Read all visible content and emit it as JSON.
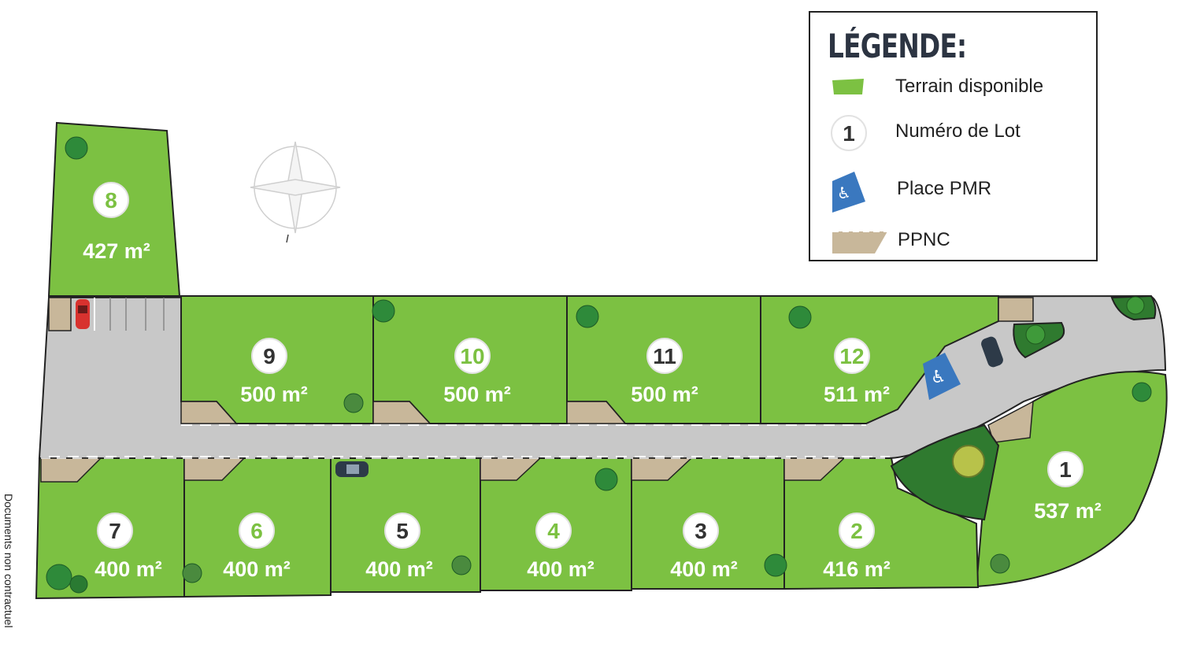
{
  "legend": {
    "title": "LÉGENDE:",
    "items": [
      {
        "label": "Terrain disponible",
        "icon": "green-plot-swatch",
        "color": "#7cc142"
      },
      {
        "label": "Numéro de Lot",
        "icon": "lot-number-badge",
        "sample": "1"
      },
      {
        "label": "Place PMR",
        "icon": "wheelchair-icon",
        "color": "#3a78bf"
      },
      {
        "label": "PPNC",
        "icon": "ppnc-swatch",
        "color": "#c8b79a"
      }
    ]
  },
  "side_note": "Documents non contractuel",
  "colors": {
    "plot": "#7cc142",
    "road": "#c8c8c8",
    "ppnc": "#c8b79a",
    "pmr": "#3a78bf",
    "dark_green": "#2f7a2f",
    "number_text_green": "#7cc142",
    "number_text_dark": "#333333"
  },
  "lots": [
    {
      "number": "8",
      "area": "427 m²",
      "number_color": "green"
    },
    {
      "number": "9",
      "area": "500 m²",
      "number_color": "dark"
    },
    {
      "number": "10",
      "area": "500 m²",
      "number_color": "green"
    },
    {
      "number": "11",
      "area": "500 m²",
      "number_color": "dark"
    },
    {
      "number": "12",
      "area": "511 m²",
      "number_color": "green"
    },
    {
      "number": "1",
      "area": "537 m²",
      "number_color": "dark"
    },
    {
      "number": "2",
      "area": "416 m²",
      "number_color": "green"
    },
    {
      "number": "3",
      "area": "400 m²",
      "number_color": "dark"
    },
    {
      "number": "4",
      "area": "400 m²",
      "number_color": "green"
    },
    {
      "number": "5",
      "area": "400 m²",
      "number_color": "dark"
    },
    {
      "number": "6",
      "area": "400 m²",
      "number_color": "green"
    },
    {
      "number": "7",
      "area": "400 m²",
      "number_color": "dark"
    }
  ]
}
